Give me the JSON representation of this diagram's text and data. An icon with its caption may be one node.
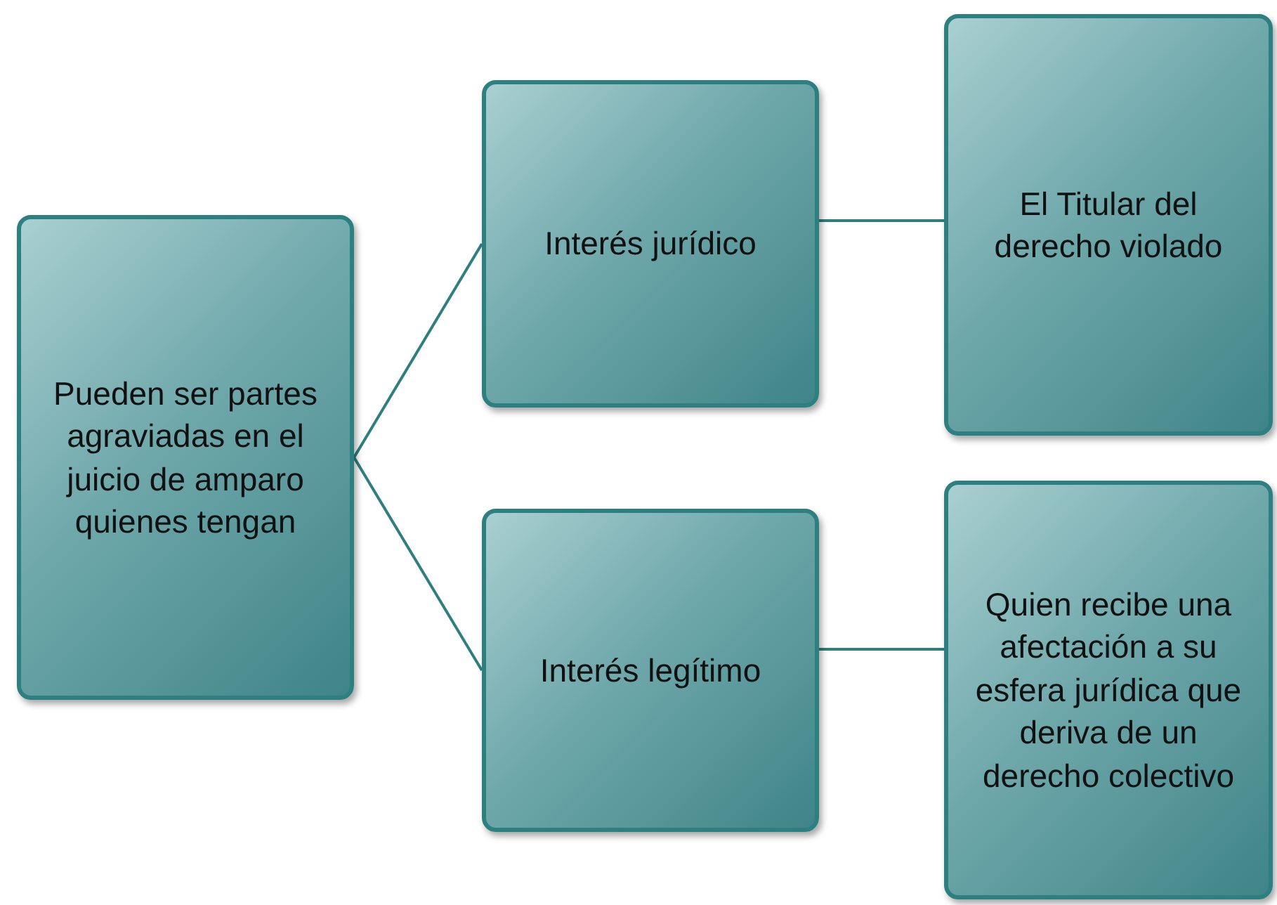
{
  "diagram": {
    "nodes": [
      {
        "text": [
          "Pueden ser partes agraviadas en el juicio de amparo quienes tengan"
        ]
      },
      {
        "text": [
          "Interés jurídico"
        ]
      },
      {
        "text": [
          "El Titular del derecho violado"
        ]
      },
      {
        "text": [
          "Interés legítimo"
        ]
      },
      {
        "text": [
          "Quien recibe una afectación a su esfera jurídica que deriva de un derecho colectivo"
        ]
      }
    ],
    "edges": [
      {
        "from": 0,
        "to": 1,
        "arrow": "none"
      },
      {
        "from": 1,
        "to": 2,
        "arrow": "none"
      },
      {
        "from": 0,
        "to": 3,
        "arrow": "none"
      },
      {
        "from": 3,
        "to": 4,
        "arrow": "none"
      }
    ]
  }
}
